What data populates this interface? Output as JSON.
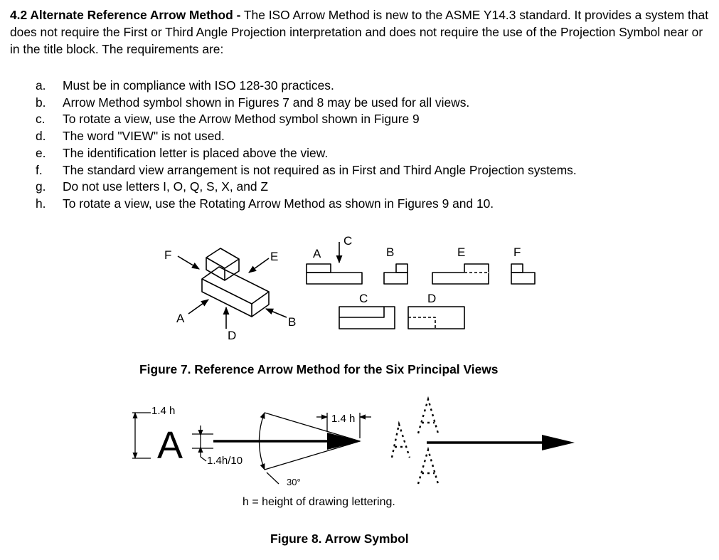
{
  "section": {
    "title": "4.2 Alternate Reference Arrow Method -",
    "body": " The ISO Arrow Method is new to the ASME Y14.3 standard. It provides a system that does not require the First or Third Angle Projection interpretation and does not require the use of the Projection Symbol near or in the title block. The requirements are:"
  },
  "requirements": [
    {
      "marker": "a.",
      "text": "Must be in compliance with ISO 128-30 practices."
    },
    {
      "marker": "b.",
      "text": "Arrow Method symbol shown in Figures 7 and 8 may be used for all views."
    },
    {
      "marker": "c.",
      "text": "To rotate a view, use the Arrow Method symbol shown in Figure 9"
    },
    {
      "marker": "d.",
      "text": "The word \"VIEW\" is not used."
    },
    {
      "marker": "e.",
      "text": "The identification letter is placed above the view."
    },
    {
      "marker": "f.",
      "text": "The standard view arrangement is not required as in First and Third Angle Projection systems."
    },
    {
      "marker": "g.",
      "text": "Do not use letters I, O, Q, S, X, and Z"
    },
    {
      "marker": "h.",
      "text": "To rotate a view, use the Rotating Arrow Method as shown in Figures 9 and 10."
    }
  ],
  "figure7": {
    "caption": "Figure 7. Reference Arrow Method for the Six Principal Views",
    "arrow_labels": {
      "f": "F",
      "e": "E",
      "a": "A",
      "b": "B",
      "d": "D",
      "c": "C"
    },
    "view_labels": {
      "a": "A",
      "b": "B",
      "e": "E",
      "f": "F",
      "c": "C",
      "d": "D"
    }
  },
  "figure8": {
    "caption": "Figure 8. Arrow Symbol",
    "letter_height_label": "1.4 h",
    "letter": "A",
    "gap_label": "1.4h/10",
    "head_length_label": "1.4 h",
    "angle_label": "30°",
    "note": "h = height of drawing lettering."
  }
}
